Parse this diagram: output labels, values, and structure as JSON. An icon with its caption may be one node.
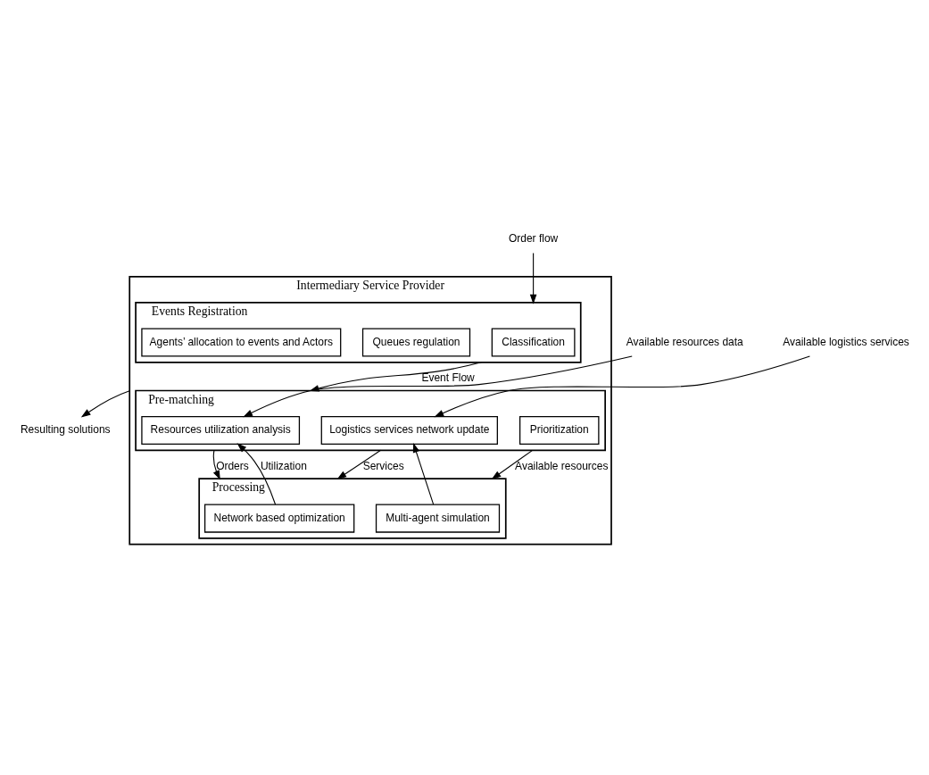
{
  "diagram": {
    "nodes": [
      {
        "text": [
          "Intermediary Service Provider"
        ]
      },
      {
        "text": [
          "Events Registration"
        ],
        "in": 0
      },
      {
        "text": [
          "Classification"
        ],
        "in": 1
      },
      {
        "text": [
          "Queues regulation"
        ],
        "in": 1
      },
      {
        "text": [
          "Agents’ allocation to events and Actors"
        ],
        "in": 1
      },
      {
        "text": [
          "Pre-matching"
        ],
        "in": 0
      },
      {
        "text": [
          "Resources utilization analysis"
        ],
        "in": 5
      },
      {
        "text": [
          "Prioritization"
        ],
        "in": 5
      },
      {
        "text": [
          "Logistics services network update"
        ],
        "in": 5
      },
      {
        "text": [
          "Processing"
        ],
        "in": 0
      },
      {
        "text": [
          "Network based optimization"
        ],
        "in": 9
      },
      {
        "text": [
          "Multi-agent simulation"
        ],
        "in": 9
      },
      {
        "text": [
          "Order flow"
        ]
      },
      {
        "text": [
          "Available resources data"
        ]
      },
      {
        "text": [
          "Available logistics services"
        ]
      },
      {
        "text": [
          "Resulting solutions"
        ]
      }
    ],
    "edges": [
      {
        "from": 12,
        "to": 1,
        "arrow": "to"
      },
      {
        "from": 1,
        "to": 5,
        "arrow": "to",
        "label": "Event Flow"
      },
      {
        "from": 13,
        "to": 6,
        "arrow": "to"
      },
      {
        "from": 10,
        "to": 6,
        "arrow": "to",
        "label": "Utilization"
      },
      {
        "from": 14,
        "to": 8,
        "arrow": "to"
      },
      {
        "from": 5,
        "to": 9,
        "arrow": "to",
        "label": "Orders"
      },
      {
        "from": 5,
        "to": 9,
        "arrow": "to",
        "label": "Available resources"
      },
      {
        "from": 5,
        "to": 9,
        "arrow": "to",
        "label": "Services"
      },
      {
        "from": 11,
        "to": 8,
        "arrow": "to"
      },
      {
        "from": 0,
        "to": 15,
        "arrow": "to"
      }
    ]
  }
}
